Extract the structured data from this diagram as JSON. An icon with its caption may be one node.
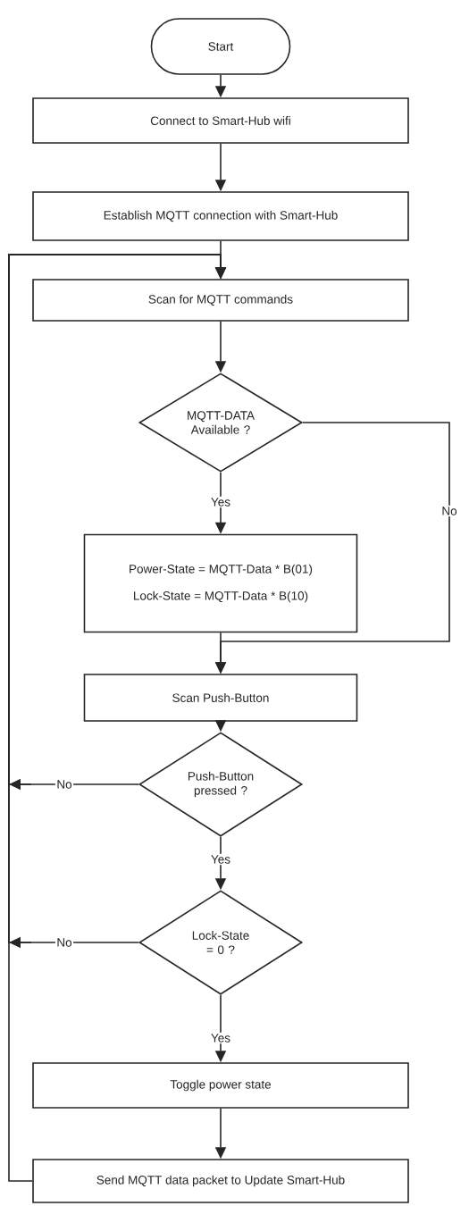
{
  "diagram": {
    "nodes": [
      {
        "text": [
          "Start"
        ]
      },
      {
        "text": [
          "Connect to Smart-Hub wifi"
        ]
      },
      {
        "text": [
          "Establish MQTT connection with Smart-Hub"
        ]
      },
      {
        "text": [
          "Scan for MQTT commands"
        ]
      },
      {
        "text": [
          "MQTT-DATA Available ?"
        ]
      },
      {
        "text": [
          "Power-State = MQTT-Data * B(01)",
          "Lock-State = MQTT-Data * B(10)"
        ]
      },
      {
        "text": [
          "Scan Push-Button"
        ]
      },
      {
        "text": [
          "Push-Button pressed ?"
        ]
      },
      {
        "text": [
          "Lock-State = 0 ?"
        ]
      },
      {
        "text": [
          "Toggle power state"
        ]
      },
      {
        "text": [
          "Send MQTT data packet to Update Smart-Hub"
        ]
      }
    ],
    "edges": [
      {
        "from": 0,
        "to": 1,
        "arrow": "to"
      },
      {
        "from": 1,
        "to": 2,
        "arrow": "to"
      },
      {
        "from": 2,
        "to": 3,
        "arrow": "to"
      },
      {
        "from": 3,
        "to": 4,
        "arrow": "to"
      },
      {
        "from": 4,
        "to": 5,
        "arrow": "to",
        "label": "Yes"
      },
      {
        "from": 4,
        "to": 6,
        "arrow": "to",
        "label": "No"
      },
      {
        "from": 5,
        "to": 6,
        "arrow": "to"
      },
      {
        "from": 6,
        "to": 7,
        "arrow": "to"
      },
      {
        "from": 7,
        "to": 8,
        "arrow": "to",
        "label": "Yes"
      },
      {
        "from": 7,
        "to": 3,
        "arrow": "to",
        "label": "No"
      },
      {
        "from": 8,
        "to": 9,
        "arrow": "to",
        "label": "Yes"
      },
      {
        "from": 8,
        "to": 3,
        "arrow": "to",
        "label": "No"
      },
      {
        "from": 9,
        "to": 10,
        "arrow": "to"
      },
      {
        "from": 10,
        "to": 3,
        "arrow": "to"
      }
    ]
  }
}
